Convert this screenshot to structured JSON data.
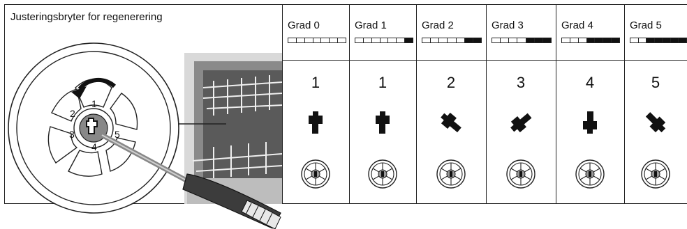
{
  "panel": {
    "title": "Justeringsbryter for regenerering",
    "dial_positions": [
      "1",
      "2",
      "3",
      "4",
      "5"
    ]
  },
  "grades": [
    {
      "label": "Grad 0",
      "number": "1",
      "filled_segments": 0
    },
    {
      "label": "Grad 1",
      "number": "1",
      "filled_segments": 1
    },
    {
      "label": "Grad 2",
      "number": "2",
      "filled_segments": 2
    },
    {
      "label": "Grad 3",
      "number": "3",
      "filled_segments": 3
    },
    {
      "label": "Grad 4",
      "number": "4",
      "filled_segments": 4
    },
    {
      "label": "Grad 5",
      "number": "5",
      "filled_segments": 5
    }
  ],
  "colors": {
    "line": "#222222",
    "fill": "#111111",
    "screwdriver_handle": "#3c3c3c",
    "screwdriver_grip": "#e8e8e8"
  }
}
